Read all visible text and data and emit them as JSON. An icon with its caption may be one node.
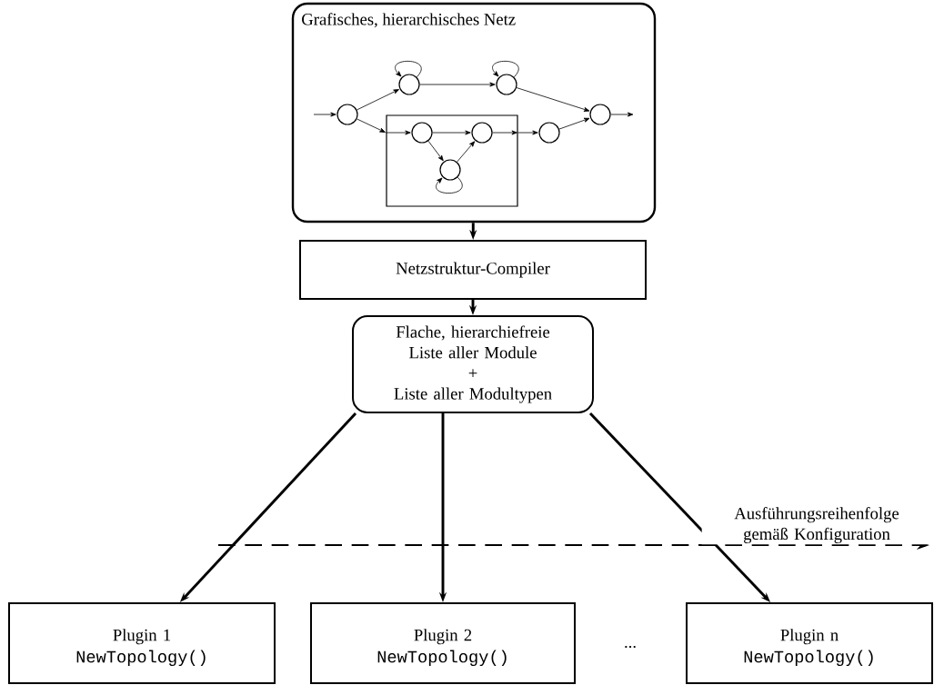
{
  "diagram": {
    "nodes": [
      {
        "text": [
          "Grafisches, hierarchisches Netz"
        ]
      },
      {
        "text": [],
        "shape": "circle",
        "in": 0
      },
      {
        "text": [],
        "shape": "circle",
        "in": 0
      },
      {
        "text": [],
        "shape": "circle",
        "in": 0
      },
      {
        "text": [],
        "shape": "circle",
        "in": 0
      },
      {
        "text": [],
        "shape": "box",
        "in": 0
      },
      {
        "text": [],
        "shape": "circle",
        "in": 5
      },
      {
        "text": [],
        "shape": "circle",
        "in": 5
      },
      {
        "text": [],
        "shape": "circle",
        "in": 5
      },
      {
        "text": [],
        "shape": "circle",
        "in": 0
      },
      {
        "text": [
          "Netzstruktur-Compiler"
        ]
      },
      {
        "text": [
          "Flache, hierarchiefreie Liste aller Module",
          "+",
          "Liste aller Modultypen"
        ]
      },
      {
        "text": [
          "Plugin 1",
          "NewTopology()"
        ]
      },
      {
        "text": [
          "Plugin 2",
          "NewTopology()"
        ]
      },
      {
        "text": [
          "Plugin n",
          "NewTopology()"
        ]
      }
    ],
    "edges": [
      {
        "from": null,
        "to": 1,
        "arrow": "to"
      },
      {
        "from": 1,
        "to": 2,
        "arrow": "to"
      },
      {
        "from": 2,
        "to": 2,
        "arrow": "to"
      },
      {
        "from": 2,
        "to": 3,
        "arrow": "to"
      },
      {
        "from": 3,
        "to": 3,
        "arrow": "to"
      },
      {
        "from": 3,
        "to": 4,
        "arrow": "to"
      },
      {
        "from": 4,
        "to": null,
        "arrow": "to"
      },
      {
        "from": 1,
        "to": 5,
        "arrow": "to"
      },
      {
        "from": 5,
        "to": 6,
        "arrow": "to"
      },
      {
        "from": 6,
        "to": 7,
        "arrow": "to"
      },
      {
        "from": 6,
        "to": 8,
        "arrow": "to"
      },
      {
        "from": 8,
        "to": 7,
        "arrow": "to"
      },
      {
        "from": 8,
        "to": 8,
        "arrow": "to"
      },
      {
        "from": 7,
        "to": 5,
        "arrow": "to"
      },
      {
        "from": 5,
        "to": 9,
        "arrow": "to"
      },
      {
        "from": 9,
        "to": 4,
        "arrow": "to"
      },
      {
        "from": 0,
        "to": 10,
        "arrow": "to",
        "style": "thick"
      },
      {
        "from": 10,
        "to": 11,
        "arrow": "to",
        "style": "thick"
      },
      {
        "from": 11,
        "to": 12,
        "arrow": "to",
        "style": "thick"
      },
      {
        "from": 11,
        "to": 13,
        "arrow": "to",
        "style": "thick"
      },
      {
        "from": 11,
        "to": 14,
        "arrow": "to",
        "style": "thick"
      }
    ],
    "labels": [
      "Ausführungsreihenfolge gemäß Konfiguration",
      "..."
    ]
  }
}
